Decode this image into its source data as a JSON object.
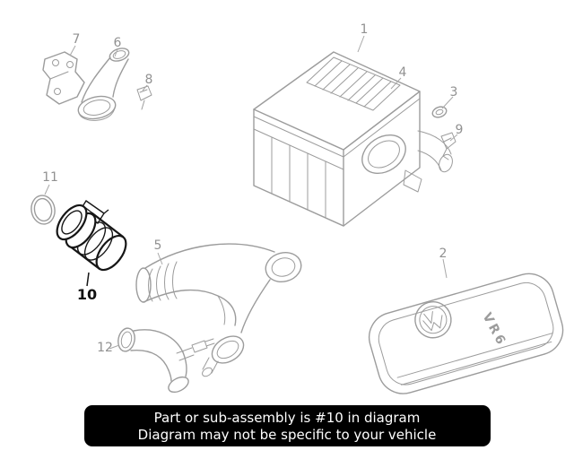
{
  "diagram": {
    "engine_cover_text": "VR6",
    "highlighted_part": "10",
    "callouts": [
      {
        "label": "1"
      },
      {
        "label": "2"
      },
      {
        "label": "3"
      },
      {
        "label": "4"
      },
      {
        "label": "5"
      },
      {
        "label": "6"
      },
      {
        "label": "7"
      },
      {
        "label": "8"
      },
      {
        "label": "9"
      },
      {
        "label": "10",
        "highlighted": true
      },
      {
        "label": "11"
      },
      {
        "label": "12"
      }
    ]
  },
  "caption": {
    "line1": "Part or sub-assembly is #10 in diagram",
    "line2": "Diagram may not be specific to your vehicle"
  },
  "colors": {
    "line": "#9c9c9c",
    "highlight": "#161616",
    "caption_bg": "#000000",
    "caption_text": "#ffffff"
  }
}
